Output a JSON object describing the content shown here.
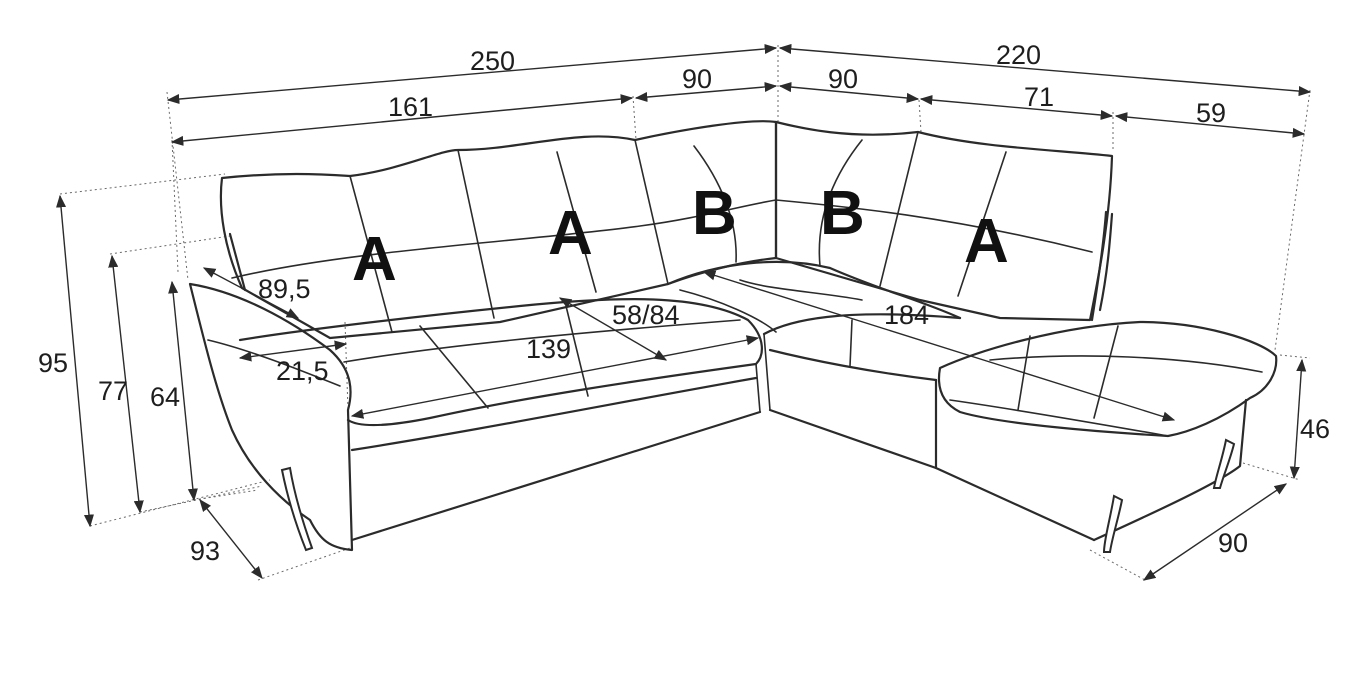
{
  "dimensions": {
    "total_left_width": "250",
    "total_right_width": "220",
    "left_seat_width": "161",
    "corner_left_width": "90",
    "corner_right_width": "90",
    "right_module_width": "71",
    "chaise_width": "59",
    "total_height": "95",
    "back_height": "77",
    "arm_height": "64",
    "seat_height": "46",
    "left_depth": "93",
    "chaise_depth": "90",
    "arm_length": "89,5",
    "arm_width": "21,5",
    "seat_depth_left": "139",
    "seat_depth_middle": "58/84",
    "seat_depth_right": "184"
  },
  "modules": [
    "A",
    "A",
    "B",
    "B",
    "A"
  ]
}
